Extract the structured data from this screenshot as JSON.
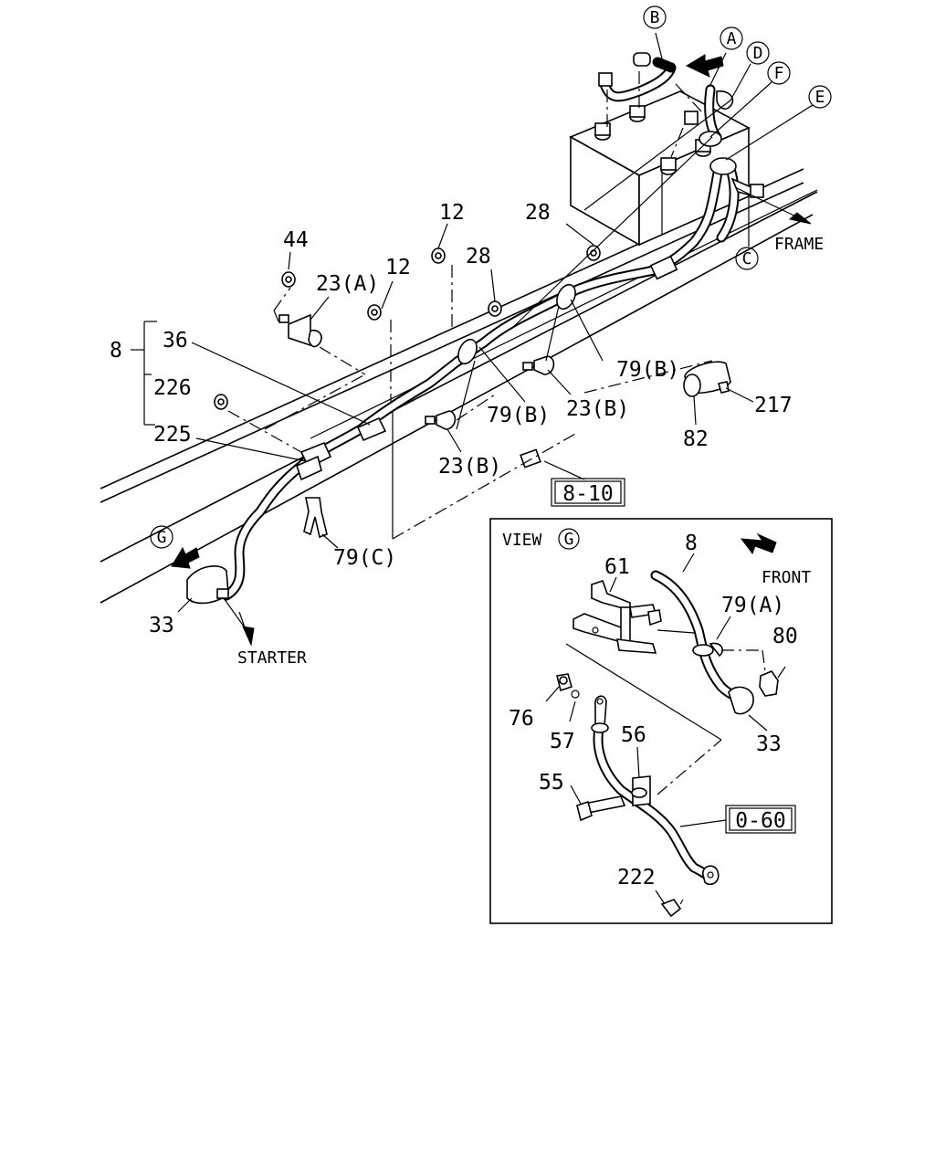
{
  "main_callouts": {
    "c8": "8",
    "c12a": "12",
    "c12b": "12",
    "c23a": "23(A)",
    "c23b1": "23(B)",
    "c23b2": "23(B)",
    "c28a": "28",
    "c28b": "28",
    "c33": "33",
    "c36": "36",
    "c44": "44",
    "c79b1": "79(B)",
    "c79b2": "79(B)",
    "c79c": "79(C)",
    "c82": "82",
    "c217": "217",
    "c225": "225",
    "c226": "226"
  },
  "circle_markers": {
    "a": "A",
    "b": "B",
    "c": "C",
    "d": "D",
    "e": "E",
    "f": "F",
    "g": "G"
  },
  "direction_labels": {
    "frame": "FRAME",
    "starter": "STARTER",
    "front": "FRONT"
  },
  "reference_boxes": {
    "ref_8_10": "8-10",
    "ref_0_60": "0-60"
  },
  "view_g": {
    "title": "VIEW",
    "marker": "G",
    "callouts": {
      "c8": "8",
      "c33": "33",
      "c55": "55",
      "c56": "56",
      "c57": "57",
      "c61": "61",
      "c76": "76",
      "c79a": "79(A)",
      "c80": "80",
      "c222": "222"
    }
  }
}
